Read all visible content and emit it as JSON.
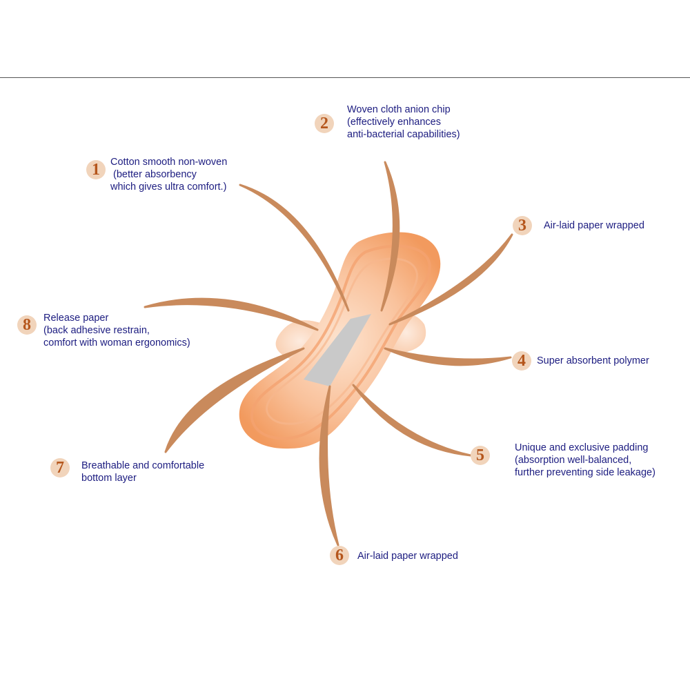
{
  "colors": {
    "text": "#1c1c80",
    "number": "#b5561c",
    "badge_bg": "#f1d4bb",
    "arrow": "#c98a5c",
    "pad": "#f7b48a",
    "pad_light": "#fbd9c0",
    "release_strip": "#c9c9c9",
    "rule": "#555555"
  },
  "callouts": [
    {
      "number": "1",
      "text": "Cotton smooth non-woven\n (better absorbency\nwhich gives ultra comfort.)"
    },
    {
      "number": "2",
      "text": "Woven cloth anion chip\n(effectively enhances\nanti-bacterial capabilities)"
    },
    {
      "number": "3",
      "text": "Air-laid paper wrapped"
    },
    {
      "number": "4",
      "text": "Super absorbent polymer"
    },
    {
      "number": "5",
      "text": "Unique and exclusive padding\n(absorption well-balanced,\nfurther preventing side leakage)"
    },
    {
      "number": "6",
      "text": "Air-laid paper wrapped"
    },
    {
      "number": "7",
      "text": "Breathable and comfortable\nbottom layer"
    },
    {
      "number": "8",
      "text": "Release paper\n(back adhesive restrain,\ncomfort with woman ergonomics)"
    }
  ]
}
